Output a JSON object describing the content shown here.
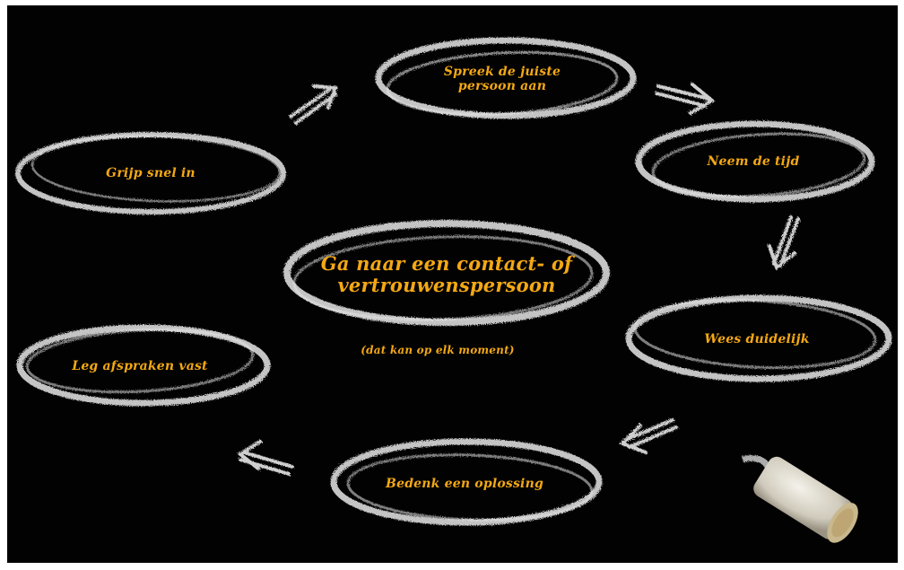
{
  "center": {
    "line1": "Ga naar een contact- of",
    "line2": "vertrouwenspersoon",
    "note": "(dat kan op elk moment)"
  },
  "steps": {
    "spreek_line1": "Spreek de juiste",
    "spreek_line2": "persoon aan",
    "neem": "Neem de tijd",
    "wees": "Wees duidelijk",
    "bedenk": "Bedenk een oplossing",
    "leg": "Leg afspraken vast",
    "grijp": "Grijp snel in"
  },
  "colors": {
    "background": "#020202",
    "chalk": "#e8e8e8",
    "text": "#f3a814"
  }
}
